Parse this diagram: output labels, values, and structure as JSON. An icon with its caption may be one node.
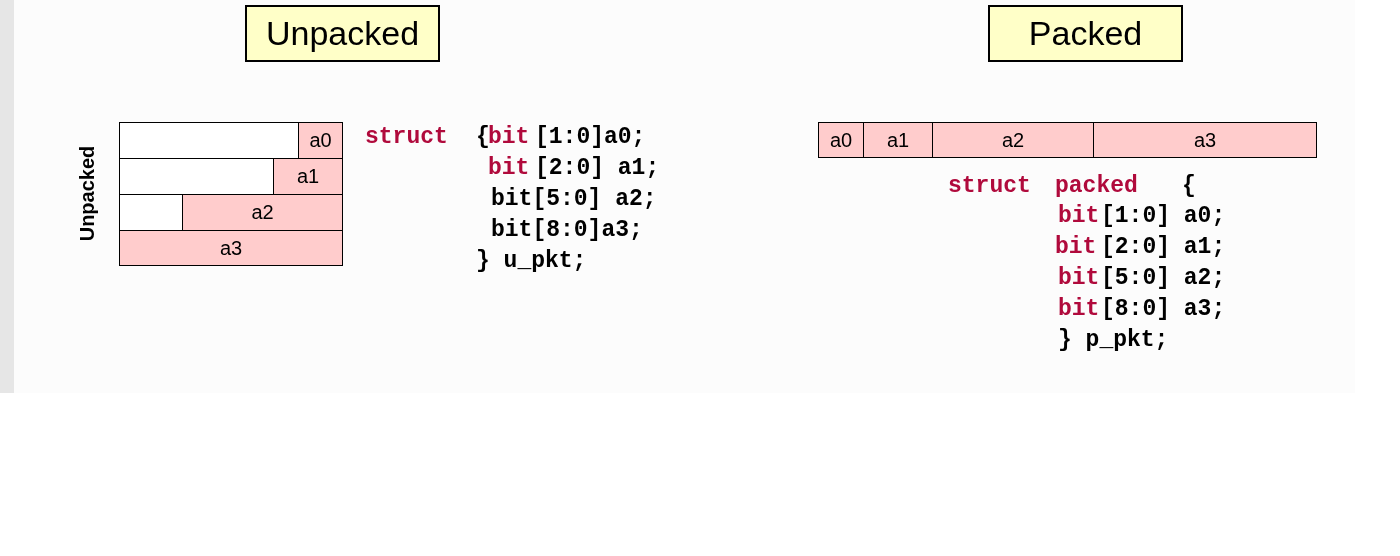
{
  "diagram": {
    "nodes": [
      {
        "text": [
          "Unpacked"
        ]
      },
      {
        "text": [
          "Packed"
        ]
      },
      {
        "text": [],
        "shape": "box"
      },
      {
        "text": [
          "a0"
        ]
      },
      {
        "text": [],
        "shape": "box"
      },
      {
        "text": [
          "a1"
        ]
      },
      {
        "text": [],
        "shape": "box"
      },
      {
        "text": [
          "a2"
        ]
      },
      {
        "text": [
          "a3"
        ]
      },
      {
        "text": [
          "a0"
        ]
      },
      {
        "text": [
          "a1"
        ]
      },
      {
        "text": [
          "a2"
        ]
      },
      {
        "text": [
          "a3"
        ]
      }
    ],
    "labels": [
      "Unpacked",
      "struct",
      "{",
      "bit",
      "[1:0]a0;",
      "bit",
      "[2:0] a1;",
      "bit[5:0] a2;",
      "bit[8:0]a3;",
      "} u_pkt;",
      "struct",
      "packed",
      "{",
      "bit",
      "[1:0] a0;",
      "bit",
      "[2:0] a1;",
      "bit",
      "[5:0] a2;",
      "bit",
      "[8:0] a3;",
      "} p_pkt;"
    ]
  }
}
